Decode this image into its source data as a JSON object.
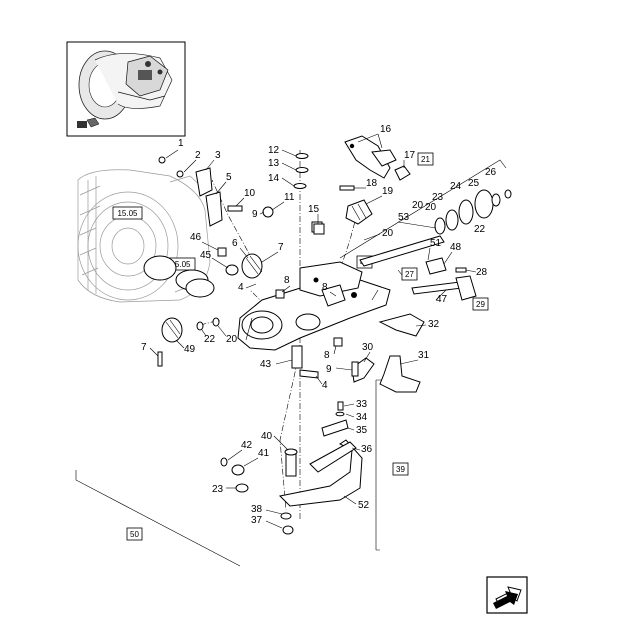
{
  "diagram": {
    "callouts": [
      {
        "id": "c1",
        "text": "1"
      },
      {
        "id": "c2",
        "text": "2"
      },
      {
        "id": "c3",
        "text": "3"
      },
      {
        "id": "c5",
        "text": "5"
      },
      {
        "id": "c10",
        "text": "10"
      },
      {
        "id": "c9a",
        "text": "9"
      },
      {
        "id": "c11",
        "text": "11"
      },
      {
        "id": "c12",
        "text": "12"
      },
      {
        "id": "c13",
        "text": "13"
      },
      {
        "id": "c14",
        "text": "14"
      },
      {
        "id": "c16",
        "text": "16"
      },
      {
        "id": "c17",
        "text": "17"
      },
      {
        "id": "c18",
        "text": "18"
      },
      {
        "id": "c19",
        "text": "19"
      },
      {
        "id": "c15",
        "text": "15"
      },
      {
        "id": "c20a",
        "text": "20"
      },
      {
        "id": "c46",
        "text": "46"
      },
      {
        "id": "c6",
        "text": "6"
      },
      {
        "id": "c7a",
        "text": "7"
      },
      {
        "id": "c45",
        "text": "45"
      },
      {
        "id": "c4a",
        "text": "4"
      },
      {
        "id": "c8a",
        "text": "8"
      },
      {
        "id": "c8b",
        "text": "8"
      },
      {
        "id": "c20b",
        "text": "20"
      },
      {
        "id": "c23a",
        "text": "23"
      },
      {
        "id": "c24",
        "text": "24"
      },
      {
        "id": "c25",
        "text": "25"
      },
      {
        "id": "c26",
        "text": "26"
      },
      {
        "id": "c53",
        "text": "53"
      },
      {
        "id": "c20c",
        "text": "20"
      },
      {
        "id": "c22a",
        "text": "22"
      },
      {
        "id": "c51",
        "text": "51"
      },
      {
        "id": "c48",
        "text": "48"
      },
      {
        "id": "c28",
        "text": "28"
      },
      {
        "id": "c47",
        "text": "47"
      },
      {
        "id": "c32",
        "text": "32"
      },
      {
        "id": "c22b",
        "text": "22"
      },
      {
        "id": "c20d",
        "text": "20"
      },
      {
        "id": "c49",
        "text": "49"
      },
      {
        "id": "c7b",
        "text": "7"
      },
      {
        "id": "c43",
        "text": "43"
      },
      {
        "id": "c4b",
        "text": "4"
      },
      {
        "id": "c8c",
        "text": "8"
      },
      {
        "id": "c9b",
        "text": "9"
      },
      {
        "id": "c30",
        "text": "30"
      },
      {
        "id": "c31",
        "text": "31"
      },
      {
        "id": "c33",
        "text": "33"
      },
      {
        "id": "c34",
        "text": "34"
      },
      {
        "id": "c35",
        "text": "35"
      },
      {
        "id": "c36",
        "text": "36"
      },
      {
        "id": "c40",
        "text": "40"
      },
      {
        "id": "c42",
        "text": "42"
      },
      {
        "id": "c41",
        "text": "41"
      },
      {
        "id": "c23b",
        "text": "23"
      },
      {
        "id": "c52",
        "text": "52"
      },
      {
        "id": "c38",
        "text": "38"
      },
      {
        "id": "c37",
        "text": "37"
      }
    ],
    "boxed_refs": [
      {
        "id": "b21",
        "text": "21"
      },
      {
        "id": "b44",
        "text": "44"
      },
      {
        "id": "b27",
        "text": "27"
      },
      {
        "id": "b29",
        "text": "29"
      },
      {
        "id": "b39",
        "text": "39"
      },
      {
        "id": "b50",
        "text": "50"
      },
      {
        "id": "b1505a",
        "text": "15.05"
      },
      {
        "id": "b1505b",
        "text": "15.05"
      }
    ],
    "icons": {
      "thumbnail": "tractor-rear-axle-thumbnail-icon",
      "book": "book-reference-icon",
      "next": "next-page-arrow-icon"
    }
  }
}
